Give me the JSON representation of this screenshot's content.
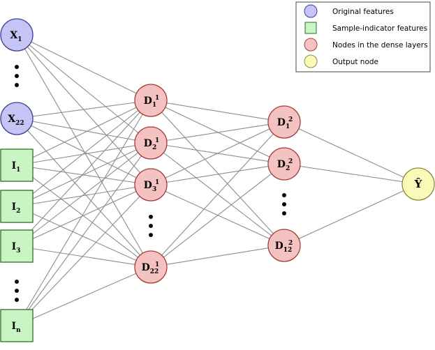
{
  "colors": {
    "original_fill": "#c4c4f5",
    "original_stroke": "#3b3b8f",
    "indicator_fill": "#c9f5c4",
    "indicator_stroke": "#2f6b2a",
    "dense_fill": "#f5c2c2",
    "dense_stroke": "#a33a3a",
    "output_fill": "#fafab9",
    "output_stroke": "#8a8a3a",
    "edge": "#8c8c8c"
  },
  "legend": {
    "items": [
      {
        "label": "Original features",
        "shape": "circle",
        "kind": "original"
      },
      {
        "label": "Sample-indicator features",
        "shape": "square",
        "kind": "indicator"
      },
      {
        "label": "Nodes in the dense layers",
        "shape": "circle",
        "kind": "dense"
      },
      {
        "label": "Output node",
        "shape": "circle",
        "kind": "output"
      }
    ]
  },
  "inputs": [
    {
      "base": "X",
      "sub": "1",
      "kind": "original"
    },
    {
      "base": "X",
      "sub": "22",
      "kind": "original"
    },
    {
      "base": "I",
      "sub": "1",
      "kind": "indicator"
    },
    {
      "base": "I",
      "sub": "2",
      "kind": "indicator"
    },
    {
      "base": "I",
      "sub": "3",
      "kind": "indicator"
    },
    {
      "base": "I",
      "sub": "n",
      "kind": "indicator"
    }
  ],
  "dense1": [
    {
      "base": "D",
      "sub": "1",
      "sup": "1"
    },
    {
      "base": "D",
      "sub": "2",
      "sup": "1"
    },
    {
      "base": "D",
      "sub": "3",
      "sup": "1"
    },
    {
      "base": "D",
      "sub": "22",
      "sup": "1"
    }
  ],
  "dense2": [
    {
      "base": "D",
      "sub": "1",
      "sup": "2"
    },
    {
      "base": "D",
      "sub": "2",
      "sup": "2"
    },
    {
      "base": "D",
      "sub": "12",
      "sup": "2"
    }
  ],
  "output": {
    "label": "Ŷ"
  }
}
